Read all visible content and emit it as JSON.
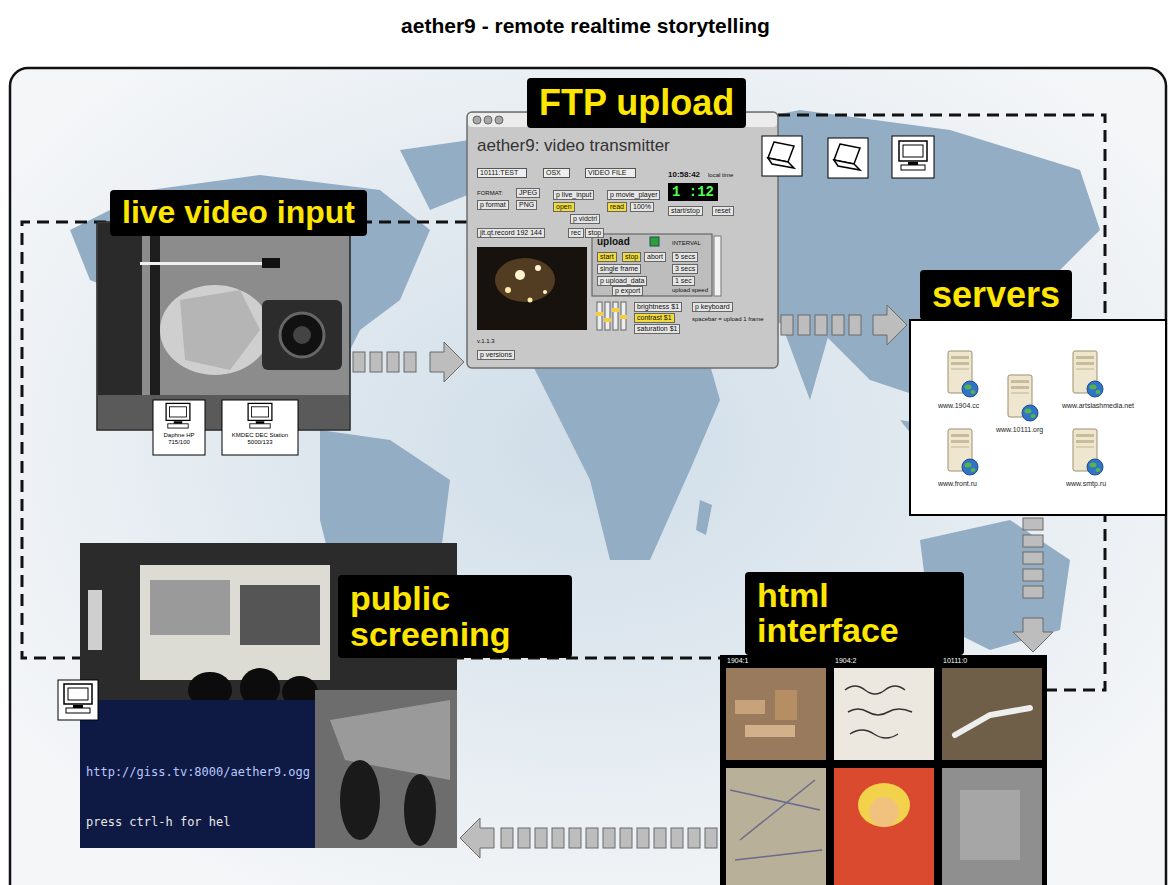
{
  "diagram": {
    "title": "aether9 - remote realtime storytelling",
    "nodes": [
      {
        "text": [
          "live video input"
        ]
      },
      {
        "text": [
          "FTP upload"
        ]
      },
      {
        "text": [
          "servers"
        ]
      },
      {
        "text": [
          "html interface"
        ]
      },
      {
        "text": [
          "public screening"
        ]
      }
    ],
    "edges": [
      {
        "from": 0,
        "to": 1,
        "arrow": "to"
      },
      {
        "from": 1,
        "to": 2,
        "arrow": "to"
      },
      {
        "from": 2,
        "to": 3,
        "arrow": "to"
      },
      {
        "from": 3,
        "to": 4,
        "arrow": "to"
      }
    ],
    "labels": [
      "Daphne HP 715/100",
      "KMDEC DEC Station 5000/133",
      "aether9: video transmitter",
      "10111:TEST",
      "OSX",
      "VIDEO FILE",
      "10:58:42",
      "local time",
      "1 :12",
      "FORMAT:",
      "JPEG",
      "PNG",
      "p format",
      "p live_input",
      "p movie_player",
      "open",
      "read",
      "100%",
      "p vidctrl",
      "start/stop",
      "reset",
      "jit.qt.record 192 144",
      "rec",
      "stop",
      "upload",
      "start",
      "stop",
      "abort",
      "single frame",
      "p upload_data",
      "INTERVAL",
      "5 secs",
      "3 secs",
      "1 sec",
      "upload speed",
      "p export",
      "brightness $1",
      "contrast $1",
      "saturation $1",
      "p keyboard",
      "spacebar = upload 1 frame",
      "v.1.1.3",
      "p versions",
      "www.1904.cc",
      "www.10111.org",
      "www.artslashmedia.net",
      "www.front.ru",
      "www.smtp.ru",
      "1904:1",
      "1904:2",
      "10111:0",
      "http://giss.tv:8000/aether9.ogg",
      "press ctrl-h for hel"
    ]
  }
}
